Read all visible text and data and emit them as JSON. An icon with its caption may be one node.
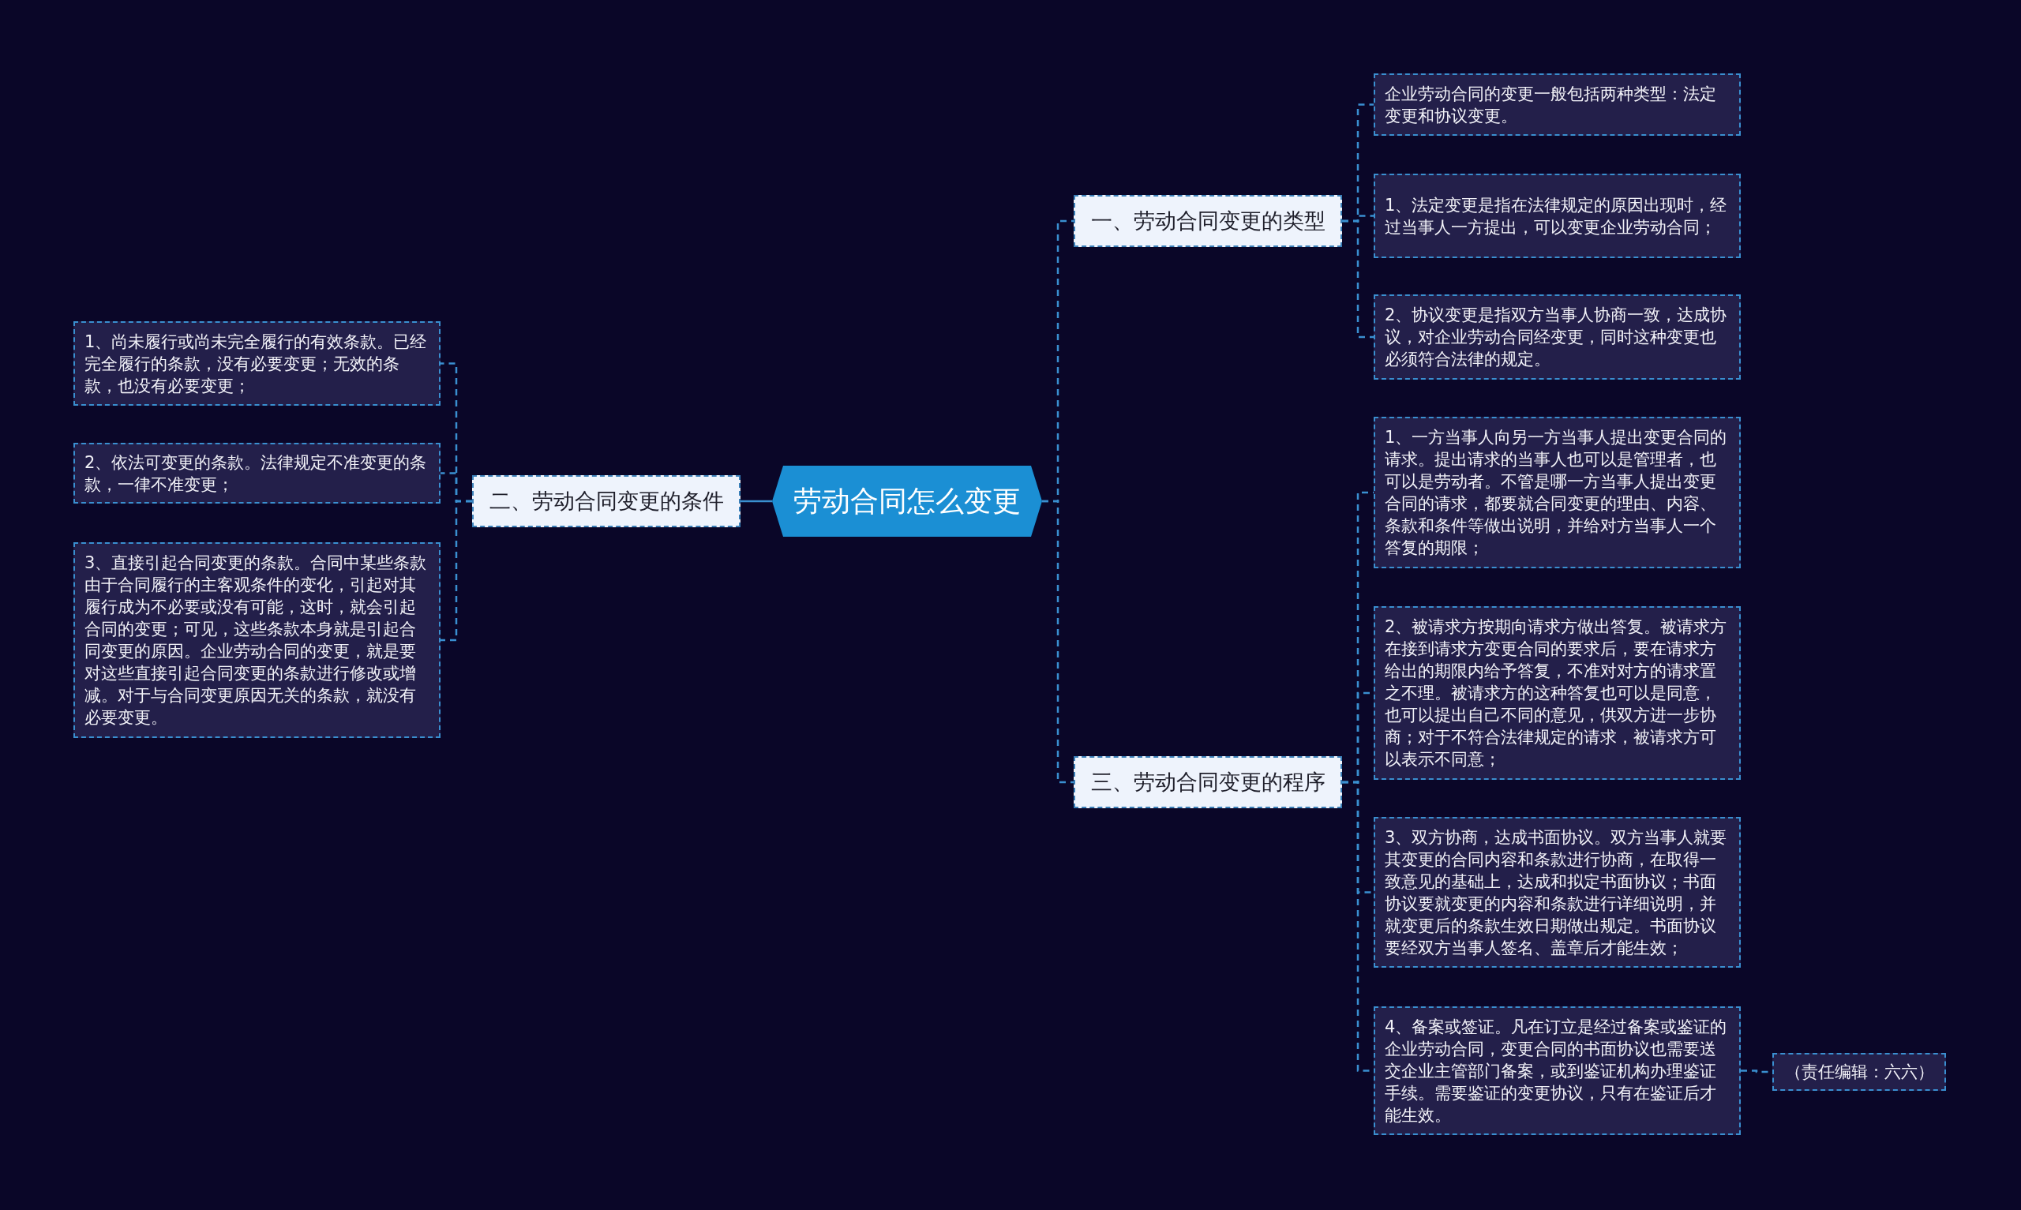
{
  "diagram": {
    "nodes": [
      {
        "text": [
          "劳动合同怎么变更"
        ]
      },
      {
        "text": [
          "一、劳动合同变更的类型"
        ]
      },
      {
        "text": [
          "企业劳动合同的变更一般包括两种类型：法定变更和协议变更。"
        ]
      },
      {
        "text": [
          "1、法定变更是指在法律规定的原因出现时，经过当事人一方提出，可以变更企业劳动合同；"
        ]
      },
      {
        "text": [
          "2、协议变更是指双方当事人协商一致，达成协议，对企业劳动合同经变更，同时这种变更也必须符合法律的规定。"
        ]
      },
      {
        "text": [
          "二、劳动合同变更的条件"
        ]
      },
      {
        "text": [
          "1、尚未履行或尚未完全履行的有效条款。已经完全履行的条款，没有必要变更；无效的条款，也没有必要变更；"
        ]
      },
      {
        "text": [
          "2、依法可变更的条款。法律规定不准变更的条款，一律不准变更；"
        ]
      },
      {
        "text": [
          "3、直接引起合同变更的条款。合同中某些条款由于合同履行的主客观条件的变化，引起对其履行成为不必要或没有可能，这时，就会引起合同的变更；可见，这些条款本身就是引起合同变更的原因。企业劳动合同的变更，就是要对这些直接引起合同变更的条款进行修改或增减。对于与合同变更原因无关的条款，就没有必要变更。"
        ]
      },
      {
        "text": [
          "三、劳动合同变更的程序"
        ]
      },
      {
        "text": [
          "1、一方当事人向另一方当事人提出变更合同的请求。提出请求的当事人也可以是管理者，也可以是劳动者。不管是哪一方当事人提出变更合同的请求，都要就合同变更的理由、内容、条款和条件等做出说明，并给对方当事人一个答复的期限；"
        ]
      },
      {
        "text": [
          "2、被请求方按期向请求方做出答复。被请求方在接到请求方变更合同的要求后，要在请求方给出的期限内给予答复，不准对对方的请求置之不理。被请求方的这种答复也可以是同意，也可以提出自己不同的意见，供双方进一步协商；对于不符合法律规定的请求，被请求方可以表示不同意；"
        ]
      },
      {
        "text": [
          "3、双方协商，达成书面协议。双方当事人就要其变更的合同内容和条款进行协商，在取得一致意见的基础上，达成和拟定书面协议；书面协议要就变更的内容和条款进行详细说明，并就变更后的条款生效日期做出规定。书面协议要经双方当事人签名、盖章后才能生效；"
        ]
      },
      {
        "text": [
          "4、备案或签证。凡在订立是经过备案或鉴证的企业劳动合同，变更合同的书面协议也需要送交企业主管部门备案，或到鉴证机构办理鉴证手续。需要鉴证的变更协议，只有在鉴证后才能生效。"
        ]
      },
      {
        "text": [
          "（责任编辑：六六）"
        ]
      }
    ],
    "edges": [
      {
        "from": 0,
        "to": 1,
        "arrow": "none",
        "style": "dashed"
      },
      {
        "from": 1,
        "to": 2,
        "arrow": "none",
        "style": "dashed"
      },
      {
        "from": 1,
        "to": 3,
        "arrow": "none",
        "style": "dashed"
      },
      {
        "from": 1,
        "to": 4,
        "arrow": "none",
        "style": "dashed"
      },
      {
        "from": 0,
        "to": 5,
        "arrow": "none"
      },
      {
        "from": 5,
        "to": 6,
        "arrow": "none",
        "style": "dashed"
      },
      {
        "from": 5,
        "to": 7,
        "arrow": "none",
        "style": "dashed"
      },
      {
        "from": 5,
        "to": 8,
        "arrow": "none",
        "style": "dashed"
      },
      {
        "from": 0,
        "to": 9,
        "arrow": "none",
        "style": "dashed"
      },
      {
        "from": 9,
        "to": 10,
        "arrow": "none",
        "style": "dashed"
      },
      {
        "from": 9,
        "to": 11,
        "arrow": "none",
        "style": "dashed"
      },
      {
        "from": 9,
        "to": 12,
        "arrow": "none",
        "style": "dashed"
      },
      {
        "from": 9,
        "to": 13,
        "arrow": "none",
        "style": "dashed"
      },
      {
        "from": 13,
        "to": 14,
        "arrow": "none",
        "style": "dashed"
      }
    ]
  }
}
